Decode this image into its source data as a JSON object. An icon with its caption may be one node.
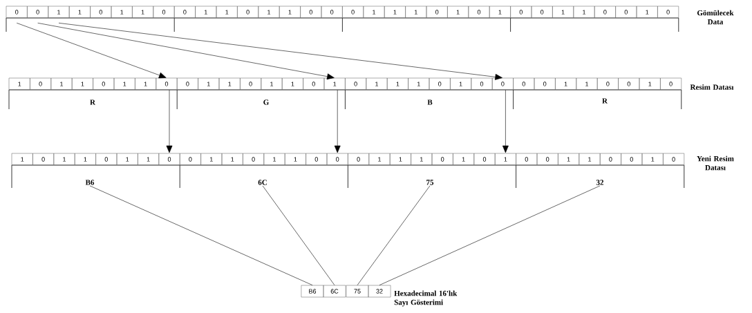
{
  "diagram": {
    "nodes": [
      {
        "text": [
          "0"
        ]
      },
      {
        "text": [
          "0"
        ]
      },
      {
        "text": [
          "1"
        ]
      },
      {
        "text": [
          "1"
        ]
      },
      {
        "text": [
          "0"
        ]
      },
      {
        "text": [
          "1"
        ]
      },
      {
        "text": [
          "1"
        ]
      },
      {
        "text": [
          "0"
        ]
      },
      {
        "text": [
          "0"
        ]
      },
      {
        "text": [
          "1"
        ]
      },
      {
        "text": [
          "1"
        ]
      },
      {
        "text": [
          "0"
        ]
      },
      {
        "text": [
          "1"
        ]
      },
      {
        "text": [
          "1"
        ]
      },
      {
        "text": [
          "0"
        ]
      },
      {
        "text": [
          "0"
        ]
      },
      {
        "text": [
          "0"
        ]
      },
      {
        "text": [
          "1"
        ]
      },
      {
        "text": [
          "1"
        ]
      },
      {
        "text": [
          "1"
        ]
      },
      {
        "text": [
          "0"
        ]
      },
      {
        "text": [
          "1"
        ]
      },
      {
        "text": [
          "0"
        ]
      },
      {
        "text": [
          "1"
        ]
      },
      {
        "text": [
          "0"
        ]
      },
      {
        "text": [
          "0"
        ]
      },
      {
        "text": [
          "1"
        ]
      },
      {
        "text": [
          "1"
        ]
      },
      {
        "text": [
          "0"
        ]
      },
      {
        "text": [
          "0"
        ]
      },
      {
        "text": [
          "1"
        ]
      },
      {
        "text": [
          "0"
        ]
      },
      {
        "text": [
          "1"
        ]
      },
      {
        "text": [
          "0"
        ]
      },
      {
        "text": [
          "1"
        ]
      },
      {
        "text": [
          "1"
        ]
      },
      {
        "text": [
          "0"
        ]
      },
      {
        "text": [
          "1"
        ]
      },
      {
        "text": [
          "1"
        ]
      },
      {
        "text": [
          "0"
        ]
      },
      {
        "text": [
          "0"
        ]
      },
      {
        "text": [
          "1"
        ]
      },
      {
        "text": [
          "1"
        ]
      },
      {
        "text": [
          "0"
        ]
      },
      {
        "text": [
          "1"
        ]
      },
      {
        "text": [
          "1"
        ]
      },
      {
        "text": [
          "0"
        ]
      },
      {
        "text": [
          "1"
        ]
      },
      {
        "text": [
          "0"
        ]
      },
      {
        "text": [
          "1"
        ]
      },
      {
        "text": [
          "1"
        ]
      },
      {
        "text": [
          "1"
        ]
      },
      {
        "text": [
          "0"
        ]
      },
      {
        "text": [
          "1"
        ]
      },
      {
        "text": [
          "0"
        ]
      },
      {
        "text": [
          "0"
        ]
      },
      {
        "text": [
          "0"
        ]
      },
      {
        "text": [
          "0"
        ]
      },
      {
        "text": [
          "1"
        ]
      },
      {
        "text": [
          "1"
        ]
      },
      {
        "text": [
          "0"
        ]
      },
      {
        "text": [
          "0"
        ]
      },
      {
        "text": [
          "1"
        ]
      },
      {
        "text": [
          "0"
        ]
      },
      {
        "text": [
          "1"
        ]
      },
      {
        "text": [
          "0"
        ]
      },
      {
        "text": [
          "1"
        ]
      },
      {
        "text": [
          "1"
        ]
      },
      {
        "text": [
          "0"
        ]
      },
      {
        "text": [
          "1"
        ]
      },
      {
        "text": [
          "1"
        ]
      },
      {
        "text": [
          "0"
        ]
      },
      {
        "text": [
          "0"
        ]
      },
      {
        "text": [
          "1"
        ]
      },
      {
        "text": [
          "1"
        ]
      },
      {
        "text": [
          "0"
        ]
      },
      {
        "text": [
          "1"
        ]
      },
      {
        "text": [
          "1"
        ]
      },
      {
        "text": [
          "0"
        ]
      },
      {
        "text": [
          "0"
        ]
      },
      {
        "text": [
          "0"
        ]
      },
      {
        "text": [
          "1"
        ]
      },
      {
        "text": [
          "1"
        ]
      },
      {
        "text": [
          "1"
        ]
      },
      {
        "text": [
          "0"
        ]
      },
      {
        "text": [
          "1"
        ]
      },
      {
        "text": [
          "0"
        ]
      },
      {
        "text": [
          "1"
        ]
      },
      {
        "text": [
          "0"
        ]
      },
      {
        "text": [
          "0"
        ]
      },
      {
        "text": [
          "1"
        ]
      },
      {
        "text": [
          "1"
        ]
      },
      {
        "text": [
          "0"
        ]
      },
      {
        "text": [
          "0"
        ]
      },
      {
        "text": [
          "1"
        ]
      },
      {
        "text": [
          "0"
        ]
      },
      {
        "text": [
          "B6"
        ]
      },
      {
        "text": [
          "6C"
        ]
      },
      {
        "text": [
          "75"
        ]
      },
      {
        "text": [
          "32"
        ]
      },
      {
        "text": [
          "B6"
        ]
      },
      {
        "text": [
          "6C"
        ]
      },
      {
        "text": [
          "75"
        ]
      },
      {
        "text": [
          "32"
        ]
      }
    ],
    "edges": [
      {
        "from": 0,
        "to": 39,
        "arrow": "to"
      },
      {
        "from": 1,
        "to": 47,
        "arrow": "to"
      },
      {
        "from": 2,
        "to": 55,
        "arrow": "to"
      },
      {
        "from": 39,
        "to": 71,
        "arrow": "to"
      },
      {
        "from": 47,
        "to": 79,
        "arrow": "to"
      },
      {
        "from": 55,
        "to": 87,
        "arrow": "to"
      },
      {
        "from": 96,
        "to": 100,
        "arrow": "none"
      },
      {
        "from": 97,
        "to": 101,
        "arrow": "none"
      },
      {
        "from": 98,
        "to": 102,
        "arrow": "none"
      },
      {
        "from": 99,
        "to": 103,
        "arrow": "none"
      }
    ],
    "labels": [
      "Gömülecek Data",
      "Resim Datası",
      "R",
      "G",
      "B",
      "R",
      "Yeni Resim Datası",
      "Hexadecimal 16'lık Sayı Gösterimi"
    ]
  }
}
